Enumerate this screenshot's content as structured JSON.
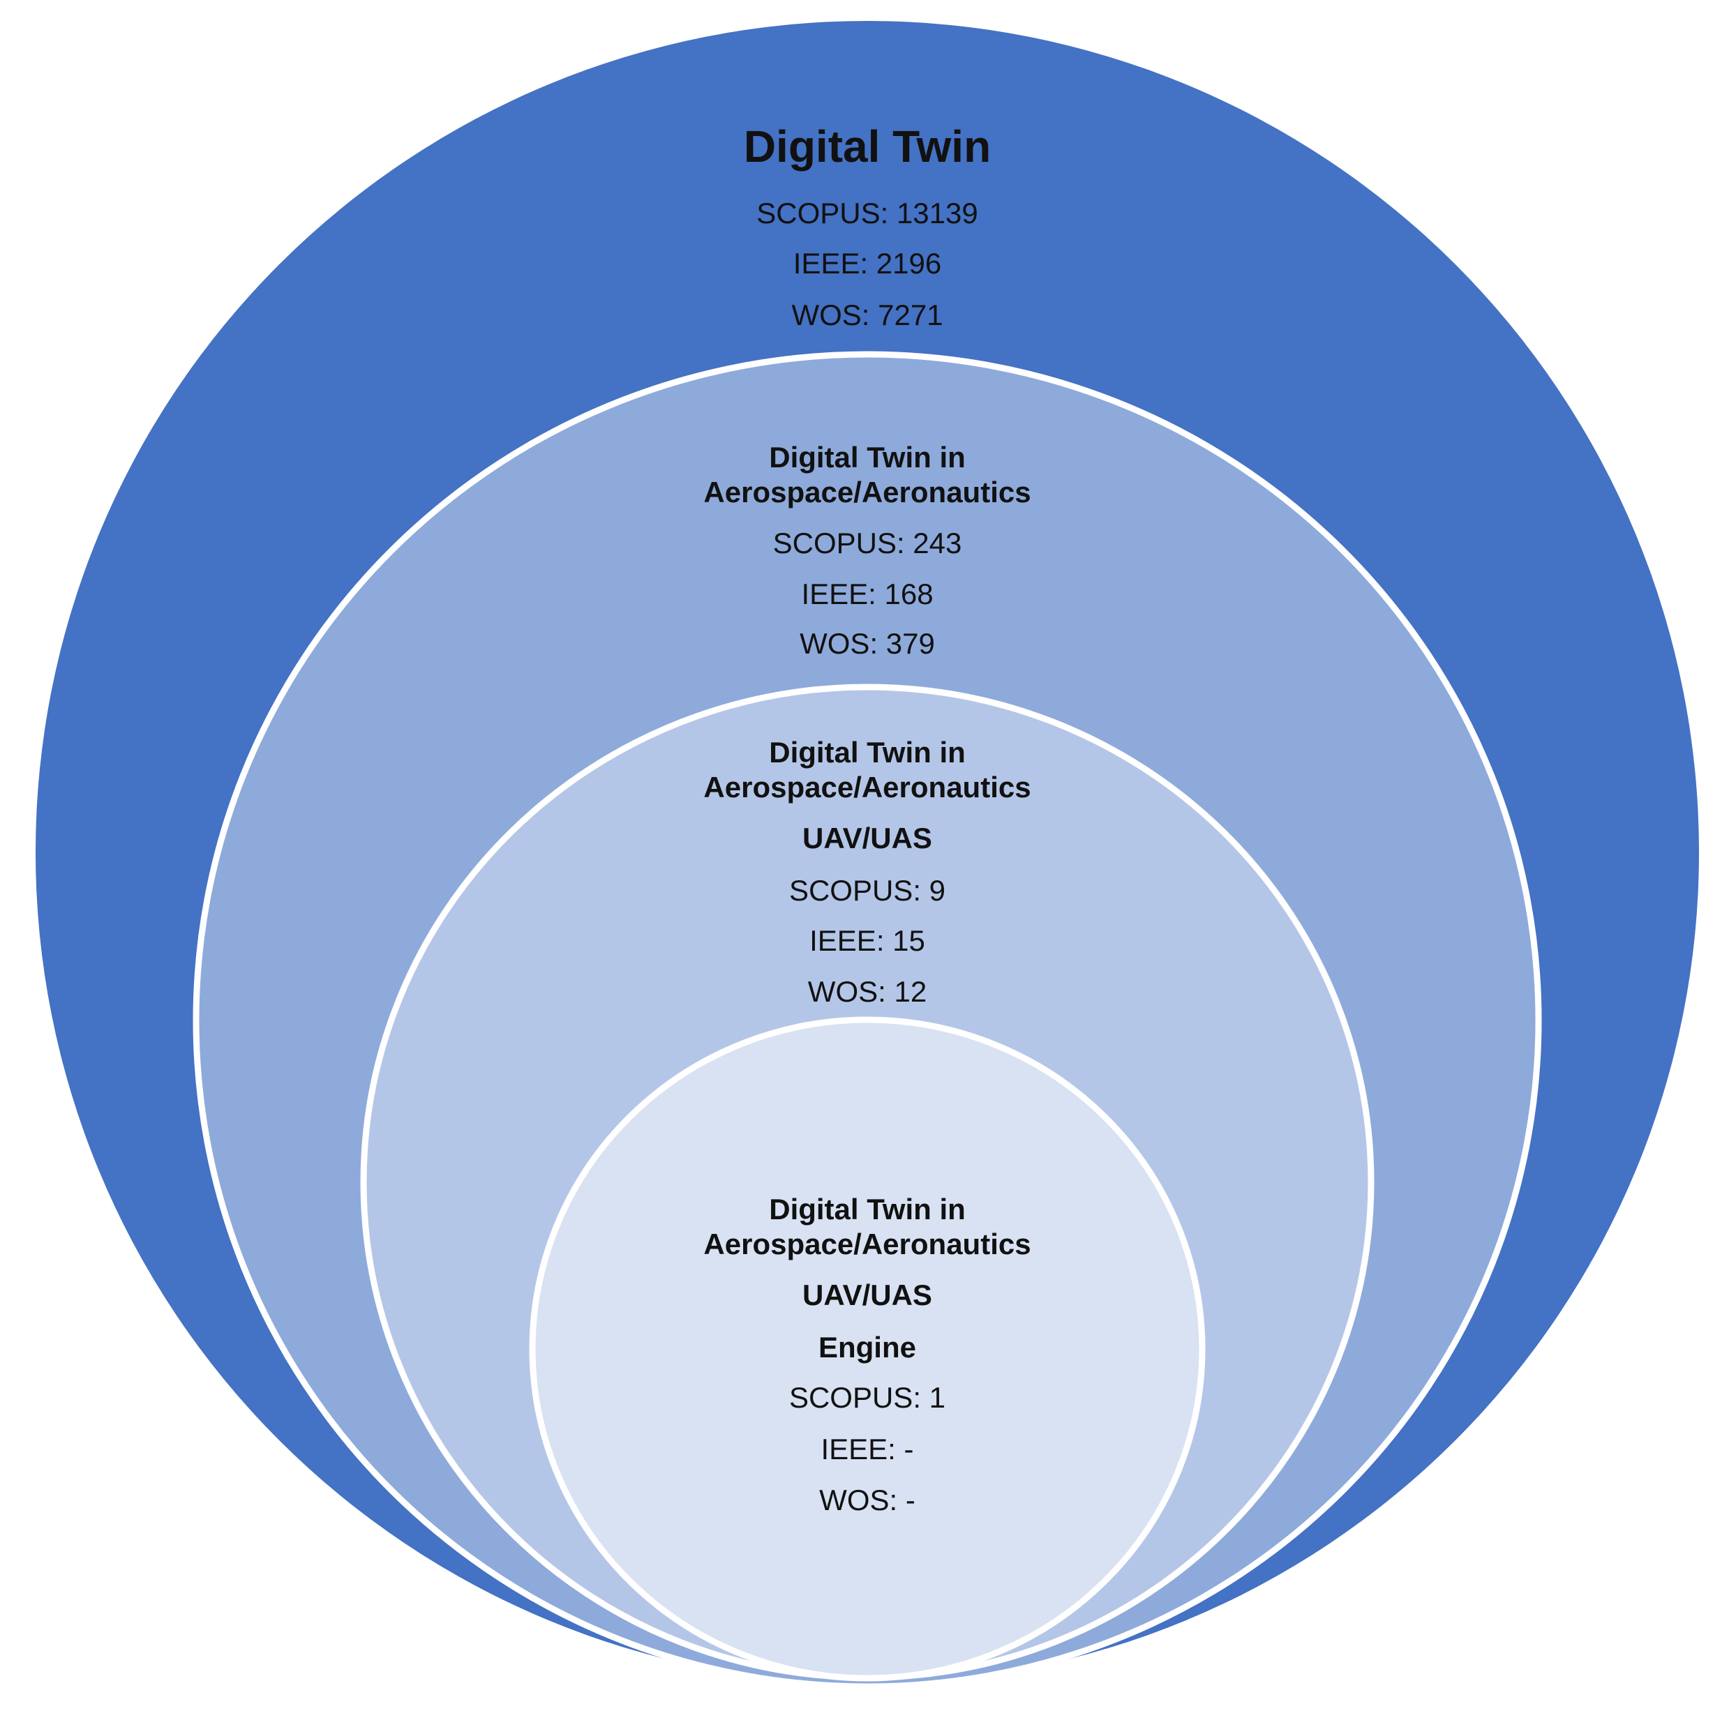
{
  "colors": {
    "outer": "#4472c4",
    "second": "#8eaadb",
    "third": "#b4c6e7",
    "inner": "#d9e2f3",
    "ring_border": "#ffffff",
    "text": "#111111"
  },
  "circles": [
    {
      "headings": [
        "Digital Twin"
      ],
      "counts": [
        "SCOPUS: 13139",
        "IEEE: 2196",
        "WOS: 7271"
      ]
    },
    {
      "headings": [
        "Digital Twin in",
        "Aerospace/Aeronautics"
      ],
      "counts": [
        "SCOPUS: 243",
        "IEEE: 168",
        "WOS: 379"
      ]
    },
    {
      "headings": [
        "Digital Twin in",
        "Aerospace/Aeronautics",
        "UAV/UAS"
      ],
      "counts": [
        "SCOPUS: 9",
        "IEEE: 15",
        "WOS: 12"
      ]
    },
    {
      "headings": [
        "Digital Twin in",
        "Aerospace/Aeronautics",
        "UAV/UAS",
        "Engine"
      ],
      "counts": [
        "SCOPUS: 1",
        "IEEE: -",
        "WOS: -"
      ]
    }
  ]
}
